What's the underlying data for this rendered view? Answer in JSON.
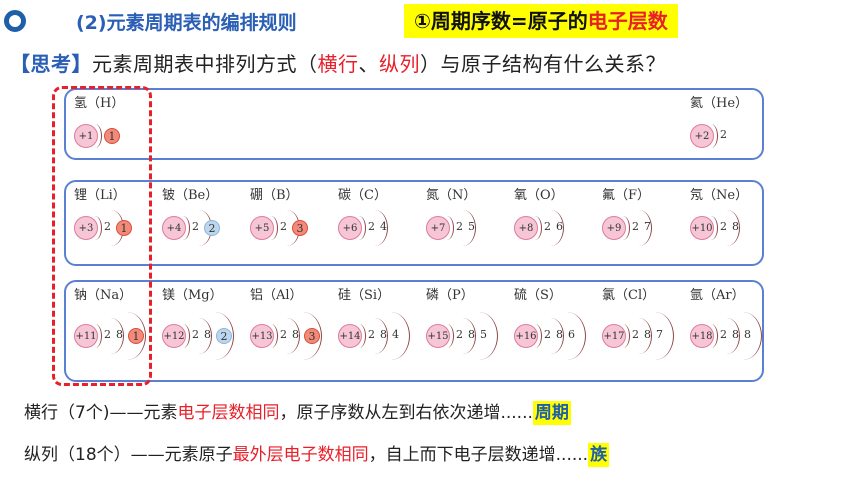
{
  "header": {
    "section_title": "(2)元素周期表的编排规则",
    "rule_prefix": "①周期序数=",
    "rule_black": "原子的",
    "rule_red": "电子层数"
  },
  "question": {
    "tag": "【思考】",
    "text_a": "元素周期表中排列方式（",
    "red_a": "横行",
    "sep": "、",
    "red_b": "纵列",
    "text_b": "）与原子结构有什么关系？"
  },
  "periods": [
    {
      "elements": [
        {
          "name": "氢（H）",
          "nucleus": "+1",
          "shells": [
            "1"
          ],
          "highlight_last": "red"
        },
        {
          "name": "氦（He）",
          "nucleus": "+2",
          "shells": [
            "2"
          ],
          "highlight_last": ""
        }
      ]
    },
    {
      "elements": [
        {
          "name": "锂（Li）",
          "nucleus": "+3",
          "shells": [
            "2",
            "1"
          ],
          "highlight_last": "red"
        },
        {
          "name": "铍（Be）",
          "nucleus": "+4",
          "shells": [
            "2",
            "2"
          ],
          "highlight_last": "blue"
        },
        {
          "name": "硼（B）",
          "nucleus": "+5",
          "shells": [
            "2",
            "3"
          ],
          "highlight_last": "red"
        },
        {
          "name": "碳（C）",
          "nucleus": "+6",
          "shells": [
            "2",
            "4"
          ],
          "highlight_last": ""
        },
        {
          "name": "氮（N）",
          "nucleus": "+7",
          "shells": [
            "2",
            "5"
          ],
          "highlight_last": ""
        },
        {
          "name": "氧（O）",
          "nucleus": "+8",
          "shells": [
            "2",
            "6"
          ],
          "highlight_last": ""
        },
        {
          "name": "氟（F）",
          "nucleus": "+9",
          "shells": [
            "2",
            "7"
          ],
          "highlight_last": ""
        },
        {
          "name": "氖（Ne）",
          "nucleus": "+10",
          "shells": [
            "2",
            "8"
          ],
          "highlight_last": ""
        }
      ]
    },
    {
      "elements": [
        {
          "name": "钠（Na）",
          "nucleus": "+11",
          "shells": [
            "2",
            "8",
            "1"
          ],
          "highlight_last": "red"
        },
        {
          "name": "镁（Mg）",
          "nucleus": "+12",
          "shells": [
            "2",
            "8",
            "2"
          ],
          "highlight_last": "blue"
        },
        {
          "name": "铝（Al）",
          "nucleus": "+13",
          "shells": [
            "2",
            "8",
            "3"
          ],
          "highlight_last": "red"
        },
        {
          "name": "硅（Si）",
          "nucleus": "+14",
          "shells": [
            "2",
            "8",
            "4"
          ],
          "highlight_last": ""
        },
        {
          "name": "磷（P）",
          "nucleus": "+15",
          "shells": [
            "2",
            "8",
            "5"
          ],
          "highlight_last": ""
        },
        {
          "name": "硫（S）",
          "nucleus": "+16",
          "shells": [
            "2",
            "8",
            "6"
          ],
          "highlight_last": ""
        },
        {
          "name": "氯（Cl）",
          "nucleus": "+17",
          "shells": [
            "2",
            "8",
            "7"
          ],
          "highlight_last": ""
        },
        {
          "name": "氩（Ar）",
          "nucleus": "+18",
          "shells": [
            "2",
            "8",
            "8"
          ],
          "highlight_last": ""
        }
      ]
    }
  ],
  "summary": {
    "row_a": "横行（7个)——元素",
    "row_red": "电子层数相同",
    "row_b": "，原子序数从左到右依次递增......",
    "row_key": "周期",
    "col_a": "纵列（18个）——元素原子",
    "col_red": "最外层电子数相同",
    "col_b": "，自上而下电子层数递增......",
    "col_key": "族"
  },
  "colors": {
    "title_blue": "#2b5fb5",
    "accent_red": "#e8202a",
    "highlight_yellow": "#ffff00",
    "box_border": "#5b7fd2"
  }
}
